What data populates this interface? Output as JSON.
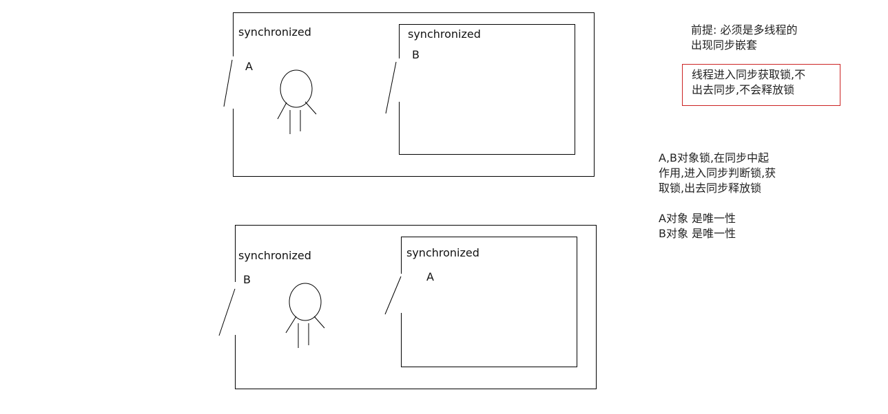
{
  "colors": {
    "stroke": "#000000",
    "text": "#222222",
    "highlight_border": "#cc2222"
  },
  "diagrams": [
    {
      "outer_label": "synchronized",
      "outer_lock": "A",
      "inner_label": "synchronized",
      "inner_lock": "B"
    },
    {
      "outer_label": "synchronized",
      "outer_lock": "B",
      "inner_label": "synchronized",
      "inner_lock": "A"
    }
  ],
  "notes": {
    "premise": [
      "前提: 必须是多线程的",
      "出现同步嵌套"
    ],
    "highlight": [
      "线程进入同步获取锁,不",
      "出去同步,不会释放锁"
    ],
    "lock_role": [
      "A,B对象锁,在同步中起",
      "作用,进入同步判断锁,获",
      "取锁,出去同步释放锁"
    ],
    "uniqueness": [
      "A对象  是唯一性",
      "B对象  是唯一性"
    ]
  }
}
